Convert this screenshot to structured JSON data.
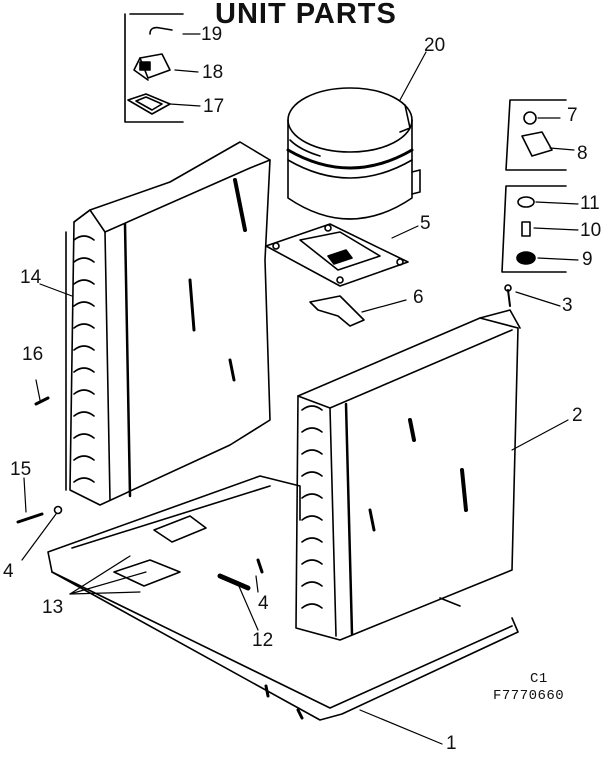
{
  "title": "UNIT PARTS",
  "figure_code": {
    "line1": "C1",
    "line2": "F7770660"
  },
  "callouts": [
    "1",
    "2",
    "3",
    "4",
    "4",
    "5",
    "6",
    "7",
    "8",
    "9",
    "10",
    "11",
    "12",
    "13",
    "14",
    "15",
    "16",
    "17",
    "18",
    "19",
    "20"
  ]
}
